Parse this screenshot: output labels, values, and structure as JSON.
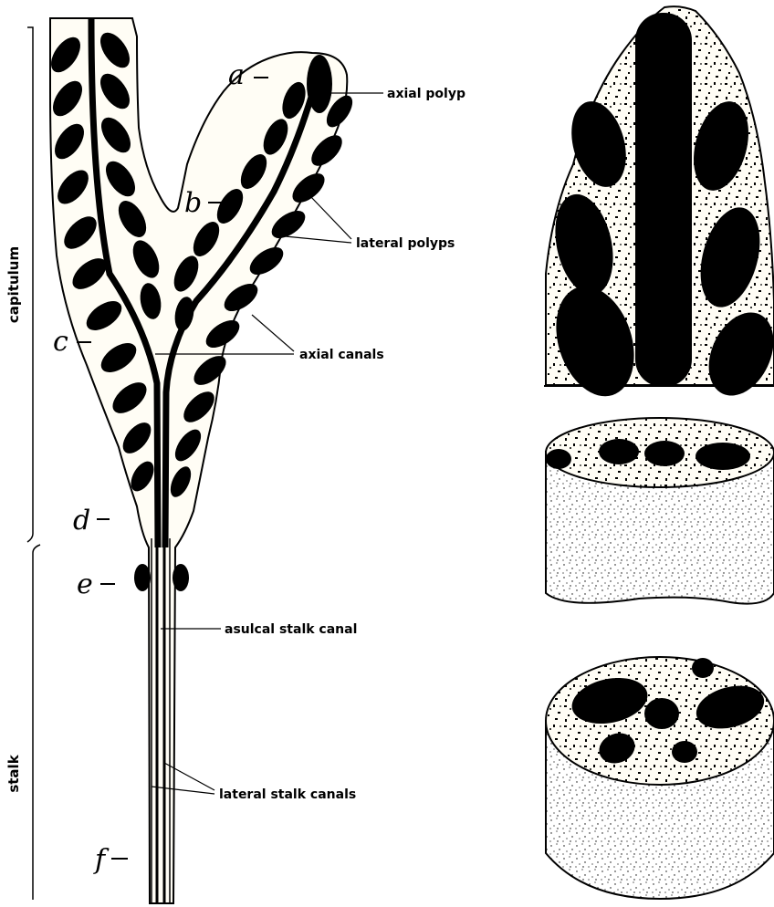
{
  "regions": {
    "capitulum": "capitulum",
    "stalk": "stalk"
  },
  "levels": {
    "a": "a",
    "b": "b",
    "c": "c",
    "d": "d",
    "e": "e",
    "f": "f"
  },
  "labels": {
    "axial_polyp": "axial polyp",
    "lateral_polyps": "lateral polyps",
    "axial_canals": "axial canals",
    "asulcal_stalk_canal": "asulcal stalk canal",
    "lateral_stalk_canals": "lateral stalk canals"
  },
  "colors": {
    "ink": "#000000",
    "tissue": "#fffdf5",
    "paper": "#ffffff"
  }
}
